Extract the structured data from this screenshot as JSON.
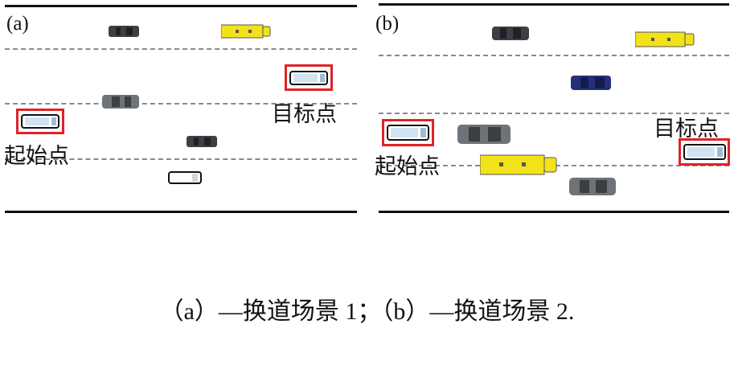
{
  "panels": [
    {
      "label": "(a)",
      "start_label": "起始点",
      "goal_label": "目标点"
    },
    {
      "label": "(b)",
      "start_label": "起始点",
      "goal_label": "目标点"
    }
  ],
  "caption": "（a）—换道场景 1；（b）—换道场景 2.",
  "colors": {
    "marker": "#e0212b",
    "road_edge": "#111111",
    "lane_line": "#8a8a8a",
    "truck": "#f2e21a",
    "dark_car": "#3c3f44",
    "gray_car": "#6e7378",
    "navy_car": "#26307a",
    "white_car": "#ffffff"
  }
}
